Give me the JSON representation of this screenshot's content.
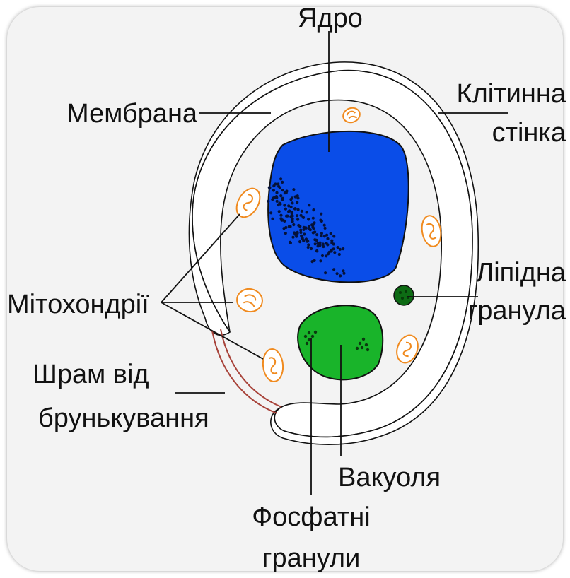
{
  "labels": {
    "nucleus": "Ядро",
    "cell_wall_line1": "Клітинна",
    "cell_wall_line2": "стінка",
    "membrane": "Мембрана",
    "mitochondria": "Мітохондрії",
    "lipid_line1": "Ліпідна",
    "lipid_line2": "гранула",
    "bud_scar_line1": "Шрам від",
    "bud_scar_line2": "брунькування",
    "vacuole": "Вакуоля",
    "phosphate_line1": "Фосфатні",
    "phosphate_line2": "гранули"
  },
  "colors": {
    "background": "#f3f3f3",
    "cell_wall": "#ffffff",
    "cytoplasm": "#f3f3f3",
    "nucleus": "#0a4de8",
    "vacuole": "#19b42a",
    "lipid_granule": "#0d6b14",
    "mitochondria_stroke": "#f08a1e",
    "bud_scar": "#a8433a",
    "outline": "#111111"
  }
}
